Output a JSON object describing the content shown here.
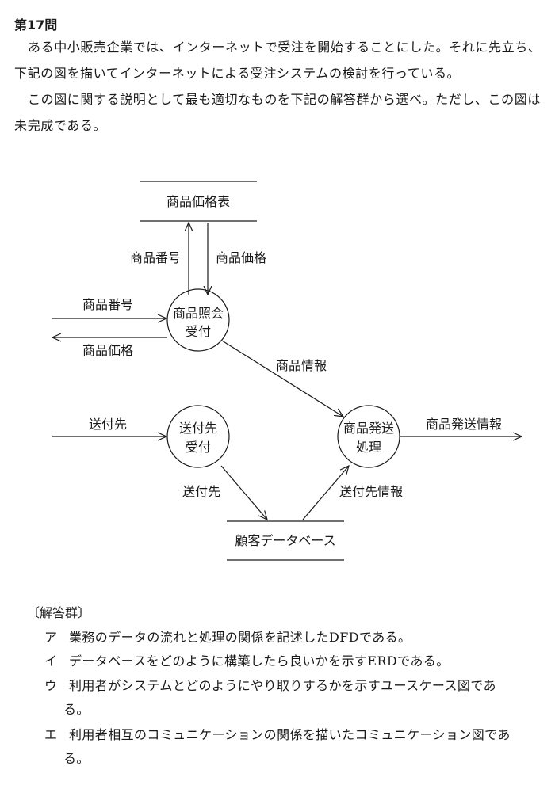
{
  "question_title": "第17問",
  "intro": {
    "paragraph1": "ある中小販売企業では、インターネットで受注を開始することにした。それに先立ち、下記の図を描いてインターネットによる受注システムの検討を行っている。",
    "paragraph2": "この図に関する説明として最も適切なものを下記の解答群から選べ。ただし、この図は未完成である。"
  },
  "diagram": {
    "stores": {
      "price_table": "商品価格表",
      "customer_db": "顧客データベース"
    },
    "processes": {
      "inquiry": [
        "商品照会",
        "受付"
      ],
      "destination": [
        "送付先",
        "受付"
      ],
      "shipping": [
        "商品発送",
        "処理"
      ]
    },
    "flows": {
      "to_price_table": "商品番号",
      "from_price_table": "商品価格",
      "in_product_number": "商品番号",
      "out_product_price": "商品価格",
      "product_info": "商品情報",
      "in_destination": "送付先",
      "destination_to_db": "送付先",
      "db_to_shipping": "送付先情報",
      "shipping_out": "商品発送情報"
    }
  },
  "answers": {
    "heading": "〔解答群〕",
    "options": [
      {
        "label": "ア",
        "text": "業務のデータの流れと処理の関係を記述したDFDである。"
      },
      {
        "label": "イ",
        "text": "データベースをどのように構築したら良いかを示すERDである。"
      },
      {
        "label": "ウ",
        "text": "利用者がシステムとどのようにやり取りするかを示すユースケース図であ",
        "cont": "る。"
      },
      {
        "label": "エ",
        "text": "利用者相互のコミュニケーションの関係を描いたコミュニケーション図であ",
        "cont": "る。"
      }
    ]
  }
}
